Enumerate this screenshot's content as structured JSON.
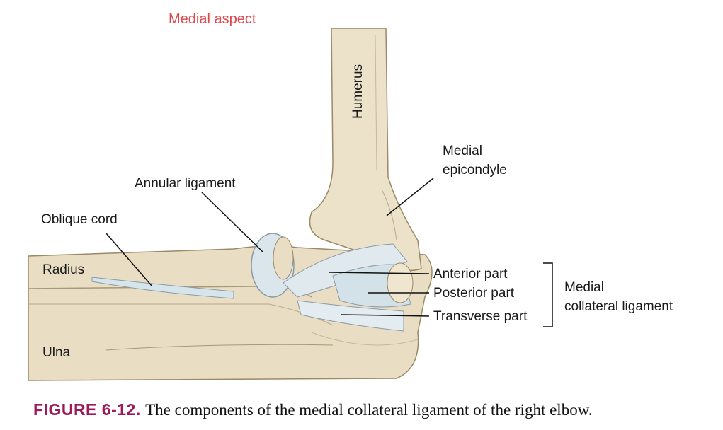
{
  "title": "Medial aspect",
  "labels": {
    "humerus": "Humerus",
    "medial_epicondyle_1": "Medial",
    "medial_epicondyle_2": "epicondyle",
    "annular_ligament": "Annular ligament",
    "oblique_cord": "Oblique cord",
    "radius": "Radius",
    "ulna": "Ulna",
    "anterior_part": "Anterior part",
    "posterior_part": "Posterior part",
    "transverse_part": "Transverse part",
    "mcl_1": "Medial",
    "mcl_2": "collateral ligament"
  },
  "caption": {
    "figure": "FIGURE 6-12.",
    "text": "The components of the medial collateral ligament of the right elbow."
  },
  "colors": {
    "title": "#e0474c",
    "figure": "#9b1a5a",
    "bone": "#eadfc6",
    "ligament": "#dde8ee"
  }
}
